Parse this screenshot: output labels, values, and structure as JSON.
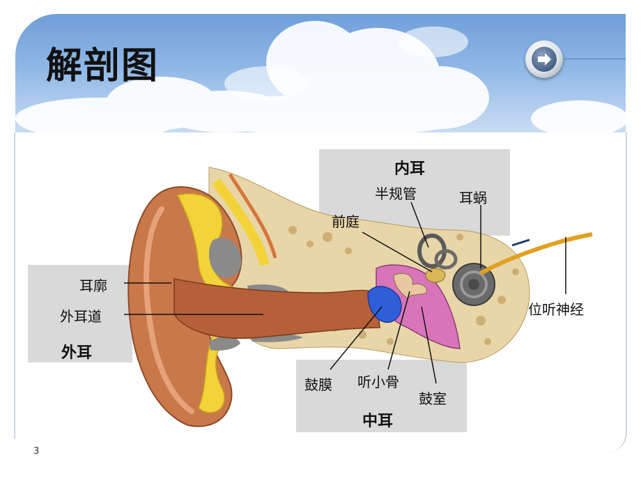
{
  "slide": {
    "title": "解剖图",
    "page_number": "3"
  },
  "diagram": {
    "labels": {
      "inner_ear": "内耳",
      "semicircular_canals": "半规管",
      "cochlea": "耳蜗",
      "vestibule": "前庭",
      "auditory_nerve": "位听神经",
      "auricle": "耳廓",
      "ear_canal": "外耳道",
      "outer_ear": "外耳",
      "eardrum": "鼓膜",
      "ossicles": "听小骨",
      "tympanic_cavity": "鼓室",
      "middle_ear": "中耳"
    }
  },
  "icons": {
    "next": "arrow-right-icon"
  },
  "colors": {
    "sky": "#8fb7e6",
    "label_box": "#d9d9d9",
    "auricle": "#c9784a",
    "cartilage": "#f2d43a",
    "bone": "#e8d6a8",
    "eardrum": "#2f5fd8",
    "middle_ear": "#d875b8",
    "cochlea": "#6a6a6a"
  }
}
